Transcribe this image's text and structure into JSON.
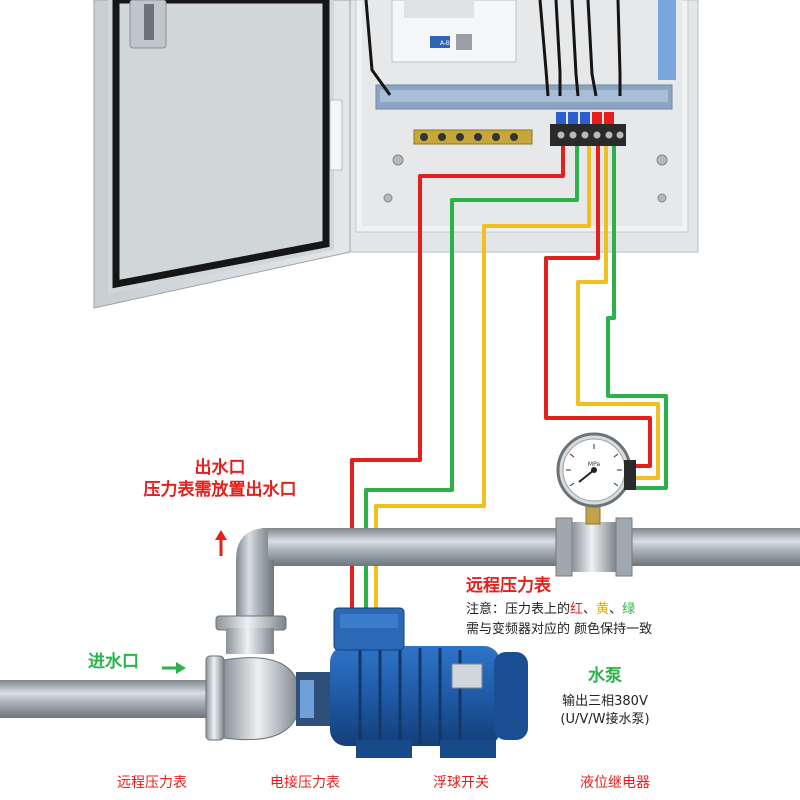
{
  "labels": {
    "outlet_title": "出水口",
    "outlet_note": "压力表需放置出水口",
    "inlet": "进水口",
    "remote_gauge_title": "远程压力表",
    "remote_note_prefix": "注意：压力表上的",
    "remote_note_red": "红",
    "remote_note_sep1": "、",
    "remote_note_yellow": "黄",
    "remote_note_sep2": "、",
    "remote_note_green": "绿",
    "remote_note_line2": "需与变频器对应的 颜色保持一致",
    "pump_title": "水泵",
    "pump_note1": "输出三相380V",
    "pump_note2": "(U/V/W接水泵)",
    "gauge_dial_text": "MPa",
    "controller_brand": "A-B"
  },
  "bottom_labels": [
    "远程压力表",
    "电接压力表",
    "浮球开关",
    "液位继电器"
  ],
  "colors": {
    "wire_red": "#e5201c",
    "wire_green": "#2bb24a",
    "wire_yellow": "#f0c020",
    "motor_blue": "#1f5aa6",
    "pipe_gray": "#9aa3aa",
    "cabinet_gray": "#dfe3e6"
  }
}
